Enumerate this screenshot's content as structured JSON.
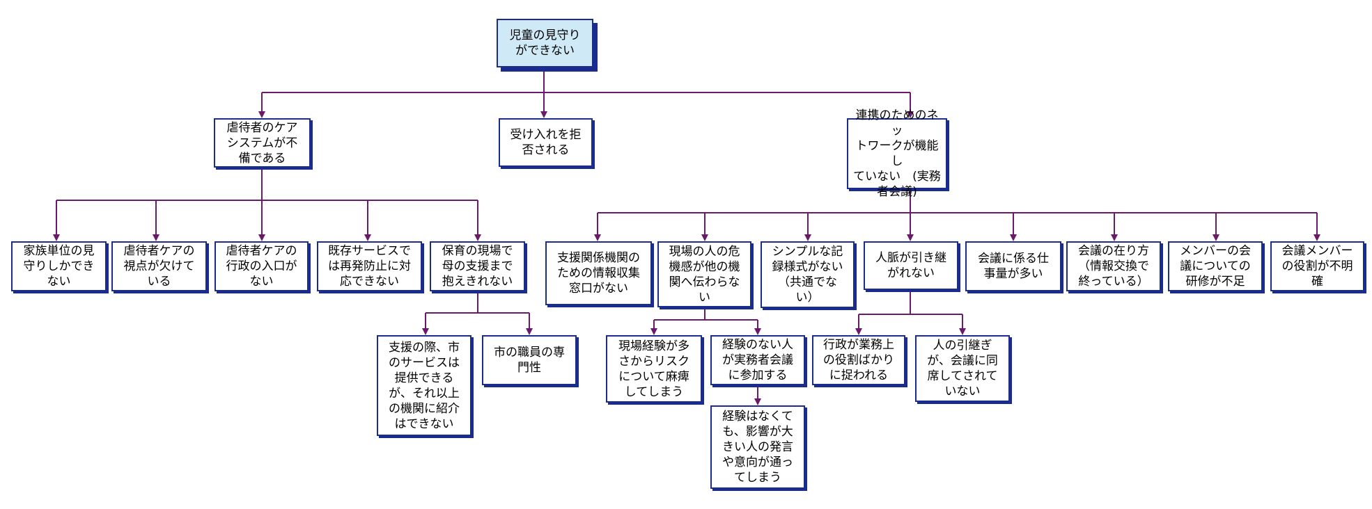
{
  "colors": {
    "connector": "#6b1a6b",
    "node_border": "#1a2c8c",
    "root_fill": "#cfe9f7",
    "node_fill": "#ffffff"
  },
  "root": {
    "text": "児童の見守り\nができない"
  },
  "level1": {
    "care_system": "虐待者のケア\nシステムが不\n備である",
    "rejected": "受け入れを拒\n否される",
    "network": "連携のためのネッ\nトワークが機能し\nていない　(実務\n者会議)"
  },
  "care_children": {
    "family_unit": "家族単位の見\n守りしかでき\nない",
    "viewpoint": "虐待者ケアの\n視点が欠けて\nいる",
    "admin_entry": "虐待者ケアの\n行政の入口が\nない",
    "existing_service": "既存サービスで\nは再発防止に対\n応できない",
    "childcare_site": "保育の現場で\n母の支援まで\n抱えきれない"
  },
  "childcare_children": {
    "support_limit": "支援の際、市\nのサービスは\n提供できる\nが、それ以上\nの機関に紹介\nはできない",
    "expertise": "市の職員の専\n門性"
  },
  "network_children": {
    "info_window": "支援関係機関の\nための情報収集\n窓口がない",
    "danger_sense": "現場の人の危\n機感が他の機\n関へ伝わらな\nい",
    "simple_form": "シンプルな記\n録様式がない\n（共通でな\nい）",
    "handover": "人脈が引き継\nがれない",
    "workload": "会議に係る仕\n事量が多い",
    "meeting_style": "会議の在り方\n（情報交換で\n終っている）",
    "training": "メンバーの会\n議についての\n研修が不足",
    "roles": "会議メンバー\nの役割が不明\n確"
  },
  "danger_children": {
    "numb": "現場経験が多\nさからリスク\nについて麻痺\nしてしまう",
    "inexperienced": "経験のない人\nが実務者会議\nに参加する"
  },
  "inexperienced_child": {
    "influence": "経験はなくて\nも、影響が大\nきい人の発言\nや意向が通っ\nてしまう"
  },
  "handover_children": {
    "admin_role": "行政が業務上\nの役割ばかり\nに捉われる",
    "no_attend": "人の引継ぎ\nが、会議に同\n席してされて\nいない"
  }
}
